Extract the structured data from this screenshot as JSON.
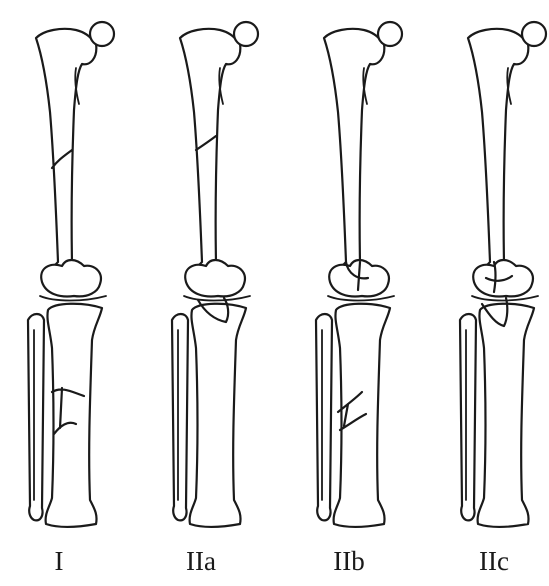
{
  "figure": {
    "panels": [
      {
        "label": "I"
      },
      {
        "label": "IIa"
      },
      {
        "label": "IIb"
      },
      {
        "label": "IIc"
      }
    ]
  }
}
